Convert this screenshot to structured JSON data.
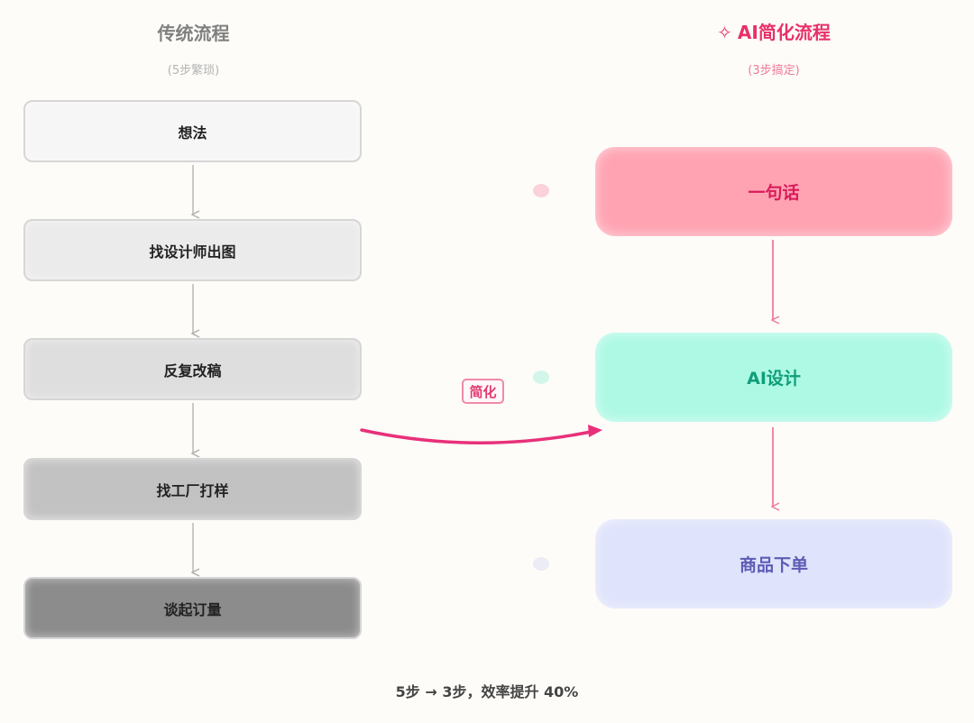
{
  "left": {
    "title": "传统流程",
    "subtitle": "(5步繁琐)",
    "steps": [
      "想法",
      "找设计师出图",
      "反复改稿",
      "找工厂打样",
      "谈起订量"
    ]
  },
  "right": {
    "title": "AI简化流程",
    "subtitle": "(3步搞定)",
    "steps": [
      "一句话",
      "AI设计",
      "商品下单"
    ],
    "step_colors": [
      "#ffa3b2",
      "#adf9e4",
      "#dfe3fb"
    ],
    "text_colors": [
      "#d81b5a",
      "#0f9d7a",
      "#5c5cb5"
    ],
    "dot_colors": [
      "#fbd2d9",
      "#d2f7ea",
      "#ececf6"
    ]
  },
  "badge": "简化",
  "summary": "5步 → 3步，效率提升 40%",
  "icons": {
    "title_icon": "sparkle-icon"
  },
  "colors": {
    "accent": "#e8306b",
    "left_fills": [
      "#f6f6f6",
      "#ebebeb",
      "#dedede",
      "#c2c2c2",
      "#8c8c8c"
    ],
    "left_arrow": "#b8b8b8",
    "right_arrow": "#f07a9a"
  }
}
